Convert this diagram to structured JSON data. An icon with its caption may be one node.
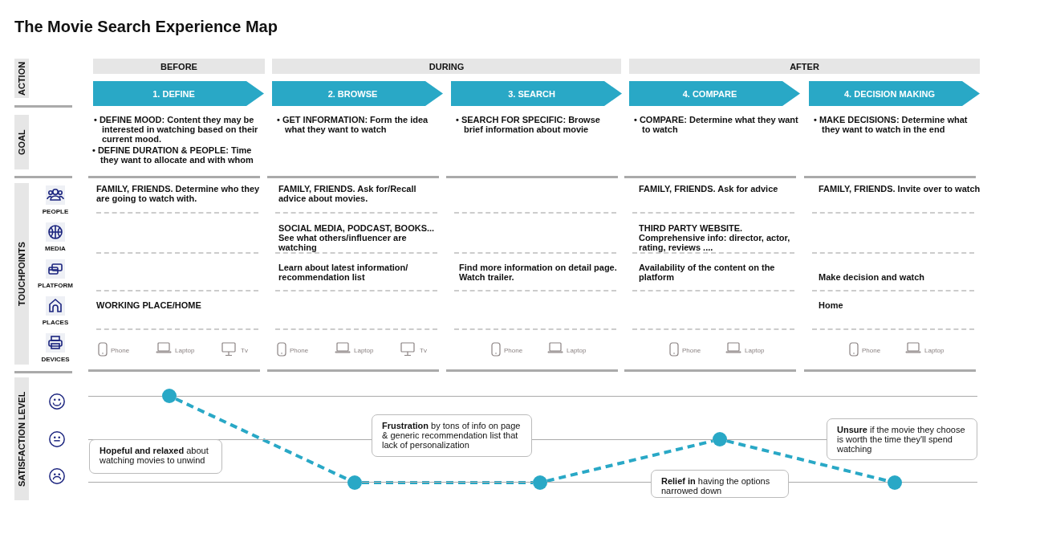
{
  "diagram": {
    "title": "The Movie Search Experience Map",
    "nodes": [
      {
        "text": [
          "ACTION"
        ]
      },
      {
        "text": [
          "BEFORE"
        ]
      },
      {
        "text": [
          "DURING"
        ]
      },
      {
        "text": [
          "AFTER"
        ]
      },
      {
        "text": [
          "1. DEFINE"
        ]
      },
      {
        "text": [
          "2. BROWSE"
        ]
      },
      {
        "text": [
          "3. SEARCH"
        ]
      },
      {
        "text": [
          "4. COMPARE"
        ]
      },
      {
        "text": [
          "4. DECISION MAKING"
        ]
      },
      {
        "text": [
          "GOAL"
        ]
      },
      {
        "text": [
          "TOUCHPOINTS"
        ]
      },
      {
        "text": [
          "SATISFACTION LEVEL"
        ]
      },
      {
        "text": [
          "**Hopeful and relaxed** about watching movies to unwind"
        ]
      },
      {
        "text": [],
        "shape": "circle"
      },
      {
        "text": [
          "**Frustration** by tons of info on page & generic recommendation list that lack of personalization"
        ]
      },
      {
        "text": [],
        "shape": "circle"
      },
      {
        "text": [],
        "shape": "circle"
      },
      {
        "text": [],
        "shape": "circle"
      },
      {
        "text": [
          "**Unsure** if the movie they choose is worth the time they'll spend watching"
        ]
      },
      {
        "text": [
          "**Relief in** having the options narrowed down"
        ]
      },
      {
        "text": [],
        "shape": "circle"
      }
    ],
    "edges": [
      {
        "from": 13,
        "to": 15,
        "arrow": "none",
        "style": "dashed"
      },
      {
        "from": 15,
        "to": 16,
        "arrow": "none",
        "style": "dashed"
      },
      {
        "from": 16,
        "to": 17,
        "arrow": "none",
        "style": "dashed"
      },
      {
        "from": 17,
        "to": 20,
        "arrow": "none",
        "style": "dashed"
      }
    ],
    "labels": [
      "• **DEFINE MOOD:** Content they may be interested in watching based on their current mood.",
      "• **DEFINE DURATION & PEOPLE:** Time they want to allocate and with whom",
      "• **GET INFORMATION:** Form the idea what they want to watch",
      "• **SEARCH FOR SPECIFIC:** Browse brief information about movie",
      "• **COMPARE:** Determine what they want to watch",
      "• **MAKE DECISIONS:** Determine what they want to watch in the end",
      "PEOPLE",
      "FAMILY, FRIENDS. Determine who they are going to watch with.",
      "FAMILY, FRIENDS. Ask for/Recall advice about movies.",
      "FAMILY, FRIENDS. Ask for advice",
      "FAMILY, FRIENDS. Invite over to watch",
      "MEDIA",
      "SOCIAL MEDIA, PODCAST, BOOKS... See what others/influencer are watching",
      "THIRD PARTY WEBSITE. Comprehensive info: director, actor, rating, reviews ....",
      "PLATFORM",
      "Learn about latest information/ recommendation list",
      "Find more information on detail page. Watch trailer.",
      "Availability of the content on the platform",
      "Make decision and watch",
      "PLACES",
      "WORKING PLACE/HOME",
      "Home",
      "DEVICES",
      "Phone",
      "Laptop",
      "Tv",
      "Phone",
      "Laptop",
      "Tv",
      "Phone",
      "Laptop",
      "Phone",
      "Laptop",
      "Phone",
      "Laptop"
    ]
  }
}
